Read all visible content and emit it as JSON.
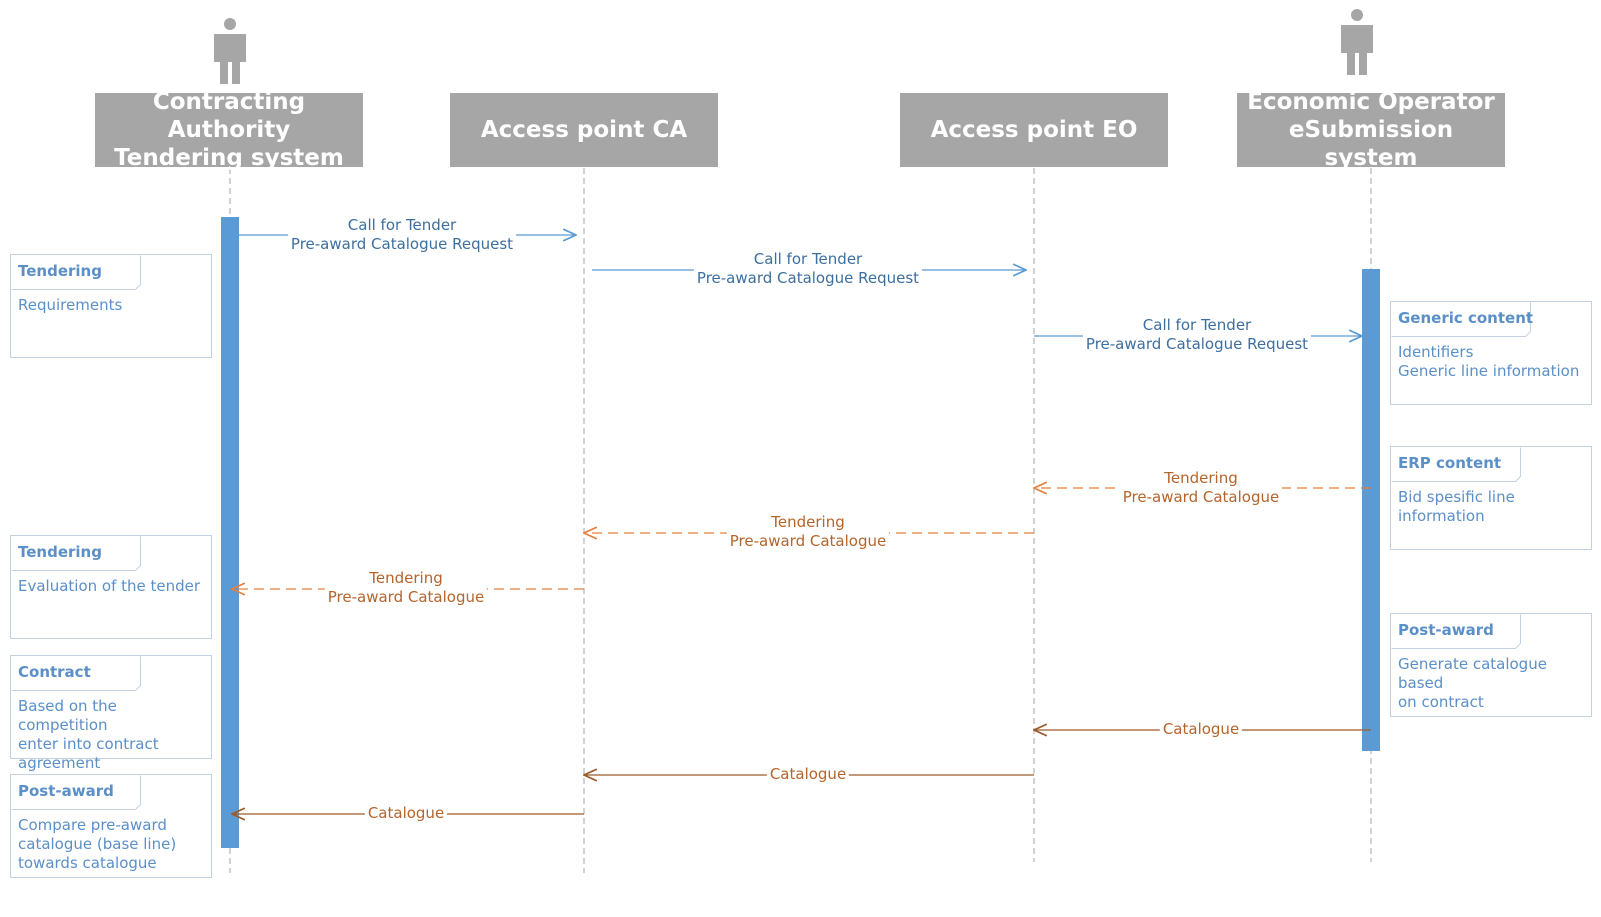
{
  "participants": [
    {
      "id": "ca",
      "name": "Contracting Authority\nTendering system",
      "actor": true
    },
    {
      "id": "apca",
      "name": "Access point CA",
      "actor": false
    },
    {
      "id": "apeo",
      "name": "Access point EO",
      "actor": false
    },
    {
      "id": "eo",
      "name": "Economic Operator\neSubmission system",
      "actor": true
    }
  ],
  "messages": [
    {
      "from": "ca",
      "to": "apca",
      "text": "Call for Tender\nPre-award Catalogue Request",
      "style": "solid",
      "color": "#5b9bd5"
    },
    {
      "from": "apca",
      "to": "apeo",
      "text": "Call for Tender\nPre-award Catalogue Request",
      "style": "solid",
      "color": "#5b9bd5"
    },
    {
      "from": "apeo",
      "to": "eo",
      "text": "Call for Tender\nPre-award Catalogue Request",
      "style": "solid",
      "color": "#5b9bd5"
    },
    {
      "from": "eo",
      "to": "apeo",
      "text": "Tendering\nPre-award Catalogue",
      "style": "dashed",
      "color": "#e5803b"
    },
    {
      "from": "apeo",
      "to": "apca",
      "text": "Tendering\nPre-award Catalogue",
      "style": "dashed",
      "color": "#e5803b"
    },
    {
      "from": "apca",
      "to": "ca",
      "text": "Tendering\nPre-award Catalogue",
      "style": "dashed",
      "color": "#e5803b"
    },
    {
      "from": "eo",
      "to": "apeo",
      "text": "Catalogue",
      "style": "solid",
      "color": "#9c5b2a"
    },
    {
      "from": "apeo",
      "to": "apca",
      "text": "Catalogue",
      "style": "solid",
      "color": "#9c5b2a"
    },
    {
      "from": "apca",
      "to": "ca",
      "text": "Catalogue",
      "style": "solid",
      "color": "#9c5b2a"
    }
  ],
  "notes_left": [
    {
      "title": "Tendering",
      "body": "Requirements"
    },
    {
      "title": "Tendering",
      "body": "Evaluation of the tender"
    },
    {
      "title": "Contract",
      "body": "Based on the competition\nenter into contract\nagreement"
    },
    {
      "title": "Post-award",
      "body": "Compare pre-award\ncatalogue (base line)\ntowards catalogue"
    }
  ],
  "notes_right": [
    {
      "title": "Generic content",
      "body": "Identifiers\nGeneric line information"
    },
    {
      "title": "ERP content",
      "body": "Bid spesific line\ninformation"
    },
    {
      "title": "Post-award",
      "body": "Generate catalogue based\non contract"
    }
  ],
  "colors": {
    "participant_fill": "#a6a6a6",
    "participant_text": "#ffffff",
    "actor_icon": "#a6a6a6",
    "lifeline": "#a6a6a6",
    "activation": "#5b9bd5",
    "request_arrow": "#5b9bd5",
    "response_arrow_dashed": "#e5803b",
    "catalogue_arrow": "#9c5b2a",
    "note_border": "#c3d2e3",
    "note_text": "#5b8fc8"
  }
}
